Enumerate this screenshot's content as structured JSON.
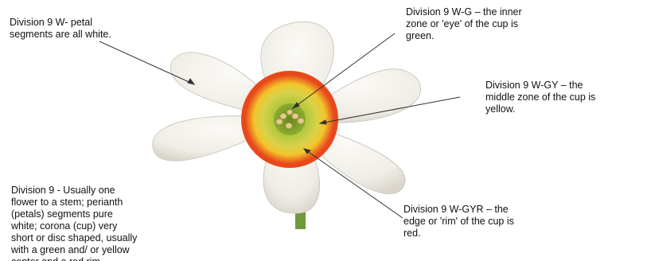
{
  "annotations": {
    "petals": "Division 9 W- petal\nsegments are all white.",
    "eye": "Division 9 W-G – the inner\nzone or 'eye' of the cup is\ngreen.",
    "middle": "Division 9 W-GY – the\nmiddle zone of the cup is\nyellow.",
    "rim": "Division 9 W-GYR – the\nedge or 'rim' of the cup is\nred.",
    "general": "Division 9 - Usually one\nflower to a stem; perianth\n(petals) segments pure\nwhite; corona (cup) very\nshort or disc shaped, usually\nwith a green and/ or yellow\ncenter and a red rim."
  },
  "colors": {
    "petal": "#f3f1ec",
    "petal_shadow": "#dcd8cf",
    "cup_rim": "#e8481c",
    "cup_yellow": "#f2c52b",
    "cup_green": "#a9c63a",
    "eye_green": "#6f8f23",
    "stamen": "#e3c98a",
    "stem": "#6f9a3c",
    "leader_line": "#333333"
  },
  "icons": [
    "daffodil-flower-illustration"
  ]
}
